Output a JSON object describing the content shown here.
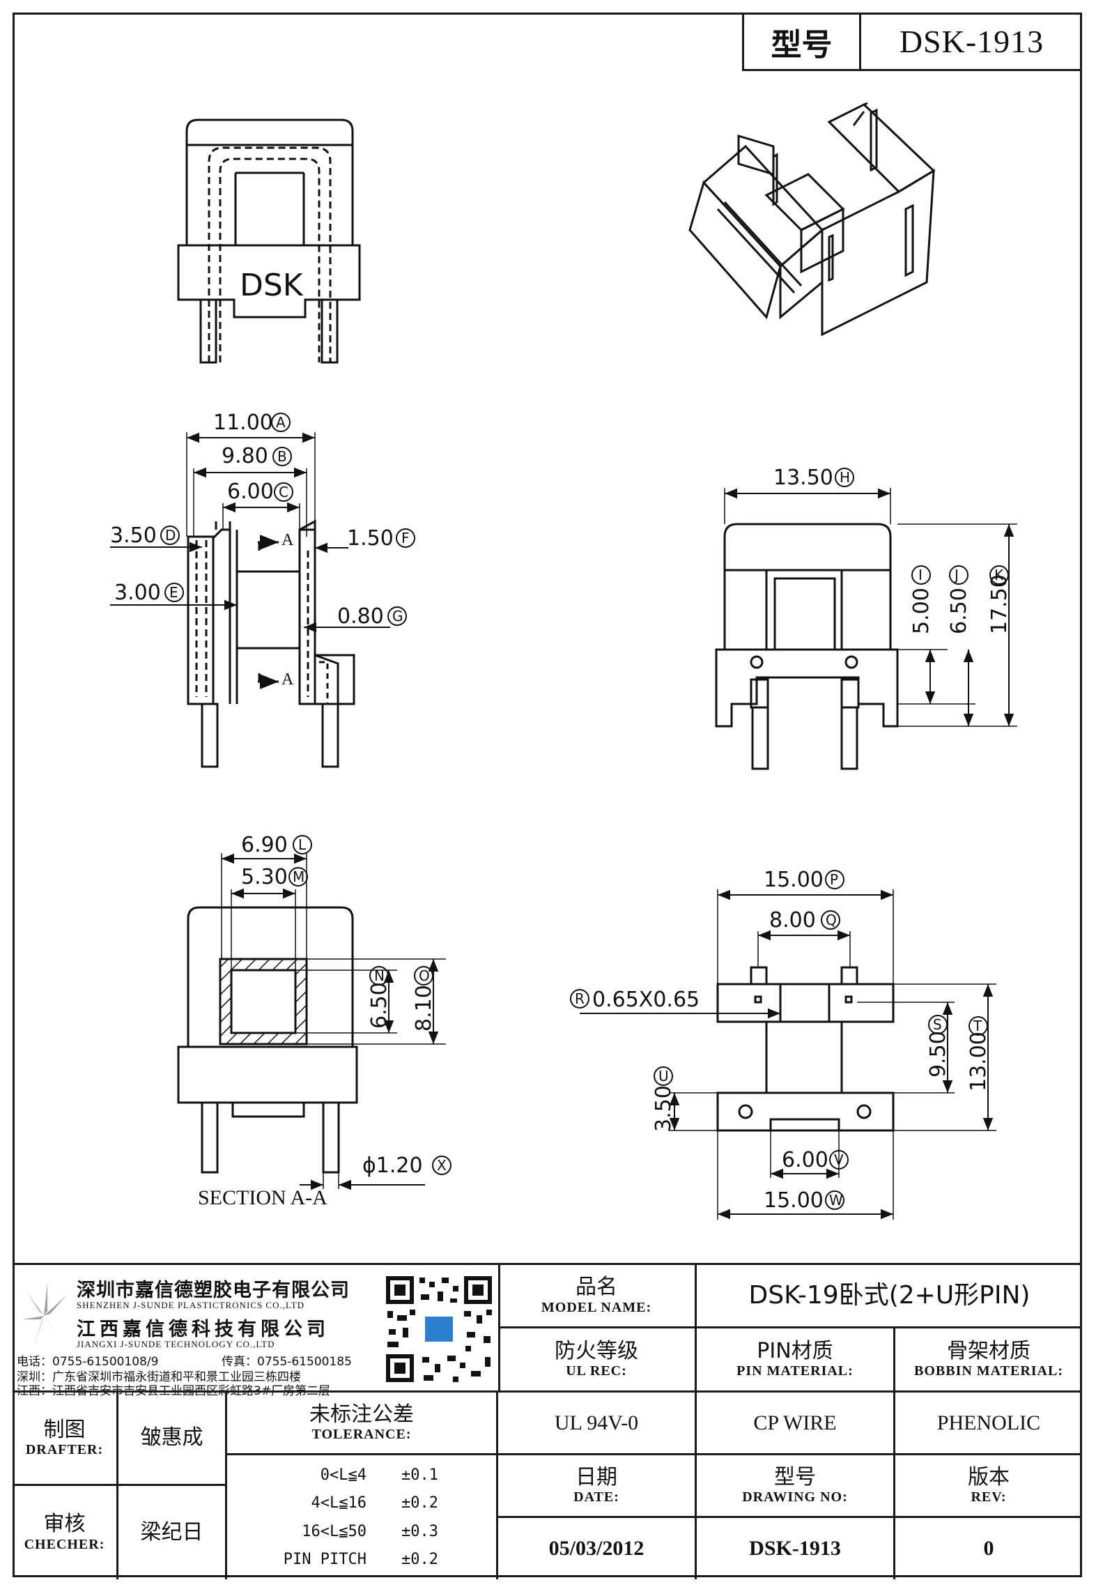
{
  "title_block_top": {
    "label": "型号",
    "value": "DSK-1913"
  },
  "drawing": {
    "front_logo": "DSK",
    "section_label": "SECTION A-A",
    "section_mark": "A",
    "dims": {
      "A": "11.00",
      "B": "9.80",
      "C": "6.00",
      "D": "3.50",
      "E": "3.00",
      "F": "1.50",
      "G": "0.80",
      "H": "13.50",
      "I": "5.00",
      "J": "6.50",
      "K": "17.50",
      "L": "6.90",
      "M": "5.30",
      "N": "6.50",
      "O": "8.10",
      "P": "15.00",
      "Q": "8.00",
      "R": "0.65X0.65",
      "S": "9.50",
      "T": "13.00",
      "U": "3.50",
      "V": "6.00",
      "W": "15.00",
      "X": "ϕ1.20"
    }
  },
  "company": {
    "name_cn_1": "深圳市嘉信德塑胶电子有限公司",
    "name_en_1": "SHENZHEN J-SUNDE PLASTICTRONICS CO.,LTD",
    "name_cn_2": "江西嘉信德科技有限公司",
    "name_en_2": "JIANGXI J-SUNDE TECHNOLOGY CO.,LTD",
    "tel": "电话：0755-61500108/9",
    "fax": "传真：0755-61500185",
    "addr_sz": "深圳：广东省深圳市福永街道和平和景工业园三栋四楼",
    "addr_jx": "江西：江西省吉安市吉安县工业园西区彩虹路3#厂房第二层"
  },
  "title_block": {
    "model_name_cn": "品名",
    "model_name_en": "MODEL NAME:",
    "model_name_value": "DSK-19卧式(2+U形PIN)",
    "ul_cn": "防火等级",
    "ul_en": "UL REC:",
    "ul_value": "UL 94V-0",
    "pin_cn": "PIN材质",
    "pin_en": "PIN MATERIAL:",
    "pin_value": "CP WIRE",
    "bobbin_cn": "骨架材质",
    "bobbin_en": "BOBBIN MATERIAL:",
    "bobbin_value": "PHENOLIC",
    "drafter_cn": "制图",
    "drafter_en": "DRAFTER:",
    "drafter_value": "皱惠成",
    "checker_cn": "审核",
    "checker_en": "CHECHER:",
    "checker_value": "梁纪日",
    "tolerance_cn": "未标注公差",
    "tolerance_en": "TOLERANCE:",
    "tolerances": [
      {
        "range": "0<L≦4",
        "value": "±0.1"
      },
      {
        "range": "4<L≦16",
        "value": "±0.2"
      },
      {
        "range": "16<L≦50",
        "value": "±0.3"
      },
      {
        "range": "PIN PITCH",
        "value": "±0.2"
      }
    ],
    "date_cn": "日期",
    "date_en": "DATE:",
    "date_value": "05/03/2012",
    "drawing_no_cn": "型号",
    "drawing_no_en": "DRAWING NO:",
    "drawing_no_value": "DSK-1913",
    "rev_cn": "版本",
    "rev_en": "REV:",
    "rev_value": "0"
  }
}
